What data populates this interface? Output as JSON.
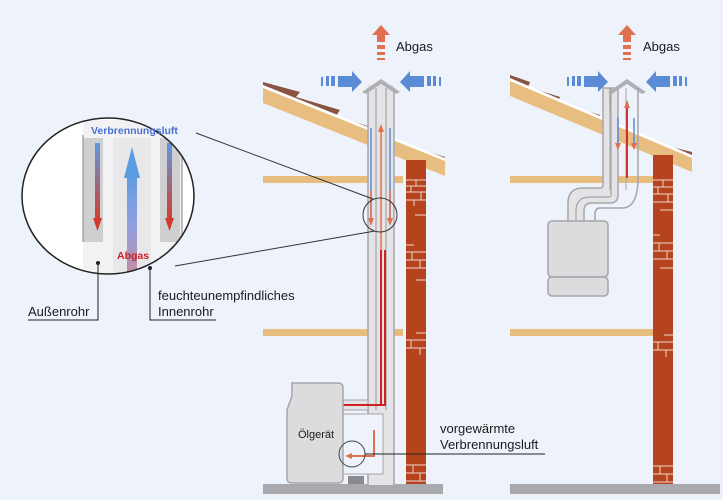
{
  "labels": {
    "abgas_left": "Abgas",
    "abgas_right": "Abgas",
    "zoom_top": "Verbrennungsluft",
    "zoom_bottom": "Abgas",
    "aussenrohr": "Außenrohr",
    "innenrohr_line1": "feuchteunempfindliches",
    "innenrohr_line2": "Innenrohr",
    "vorgewaermt_line1": "vorgewärmte",
    "vorgewaermt_line2": "Verbrennungsluft",
    "oelgeraet": "Ölgerät"
  },
  "colors": {
    "background": "#eef3fb",
    "roof_dark": "#8a5540",
    "roof_light": "#e8be80",
    "beam": "#e8be80",
    "brick": "#b5441e",
    "floor": "#a9a9ad",
    "pipe_fill": "#e4e4e6",
    "pipe_edge": "#a5a5aa",
    "exhaust_red": "#d02020",
    "exhaust_orange": "#e07050",
    "air_blue": "#5b8bd6",
    "label_blue": "#4a6fd0",
    "label_red": "#d02020"
  }
}
